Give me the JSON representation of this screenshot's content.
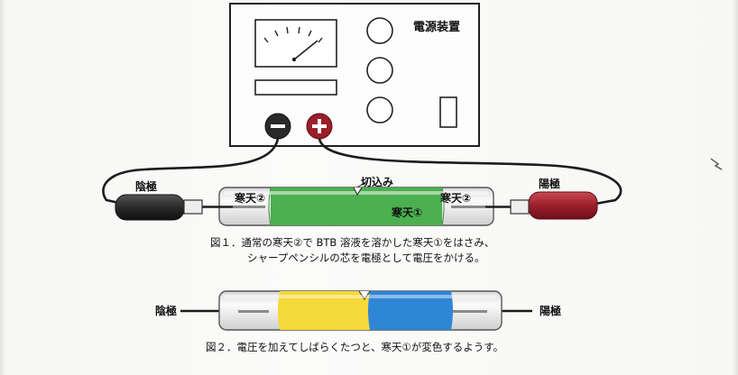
{
  "power_supply": {
    "title": "電源装置"
  },
  "fig1": {
    "cathode_label": "陰極",
    "anode_label": "陽極",
    "agar2_left": "寒天②",
    "agar2_right": "寒天②",
    "agar1": "寒天①",
    "notch": "切込み",
    "caption_line1": "図１．通常の寒天②で BTB 溶液を溶かした寒天①をはさみ、",
    "caption_line2": "シャープペンシルの芯を電極として電圧をかける。"
  },
  "fig2": {
    "cathode_label": "陰極",
    "anode_label": "陽極",
    "caption": "図２．電圧を加えてしばらくたつと、寒天①が変色するようす。"
  },
  "colors": {
    "green": "#4caf50",
    "yellow": "#f5d83a",
    "blue": "#2f86d6",
    "red": "#9a1f2b",
    "black": "#222222"
  }
}
